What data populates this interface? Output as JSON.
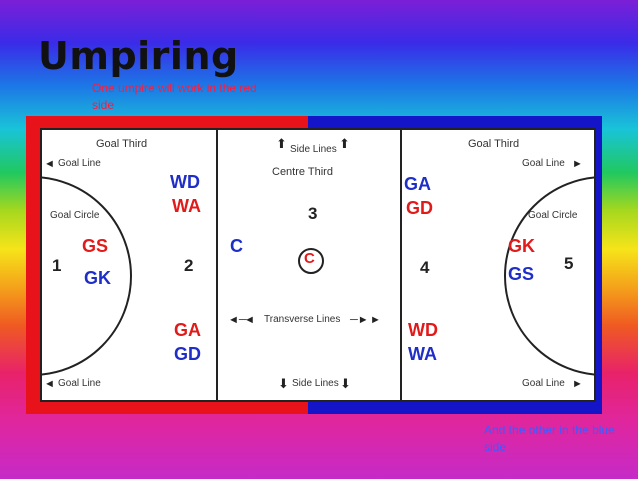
{
  "title": "Umpiring",
  "notes": {
    "red_side": "One umpire will work in the red side",
    "blue_side": "And the other in the blue side"
  },
  "court": {
    "labels": {
      "goal_third_left": "Goal Third",
      "goal_third_right": "Goal Third",
      "centre_third": "Centre Third",
      "side_lines_top": "Side Lines",
      "side_lines_bottom": "Side Lines",
      "goal_line_tl": "Goal Line",
      "goal_line_bl": "Goal Line",
      "goal_line_tr": "Goal Line",
      "goal_line_br": "Goal Line",
      "goal_circle_left": "Goal Circle",
      "goal_circle_right": "Goal Circle",
      "transverse_lines": "Transverse Lines"
    },
    "zones": {
      "z1": "1",
      "z2": "2",
      "z3": "3",
      "z4": "4",
      "z5": "5"
    },
    "positions": {
      "left_circle_top": "GS",
      "left_circle_bottom": "GK",
      "zone2_top_1": "WD",
      "zone2_top_2": "WA",
      "zone2_bottom_1": "GA",
      "zone2_bottom_2": "GD",
      "centre_c_left": "C",
      "centre_c_circle": "C",
      "zone4_top_1": "GA",
      "zone4_top_2": "GD",
      "zone4_bottom_1": "WD",
      "zone4_bottom_2": "WA",
      "right_circle_top": "GK",
      "right_circle_bottom": "GS"
    }
  },
  "colors": {
    "red": "#e8131a",
    "blue": "#1414c8"
  }
}
